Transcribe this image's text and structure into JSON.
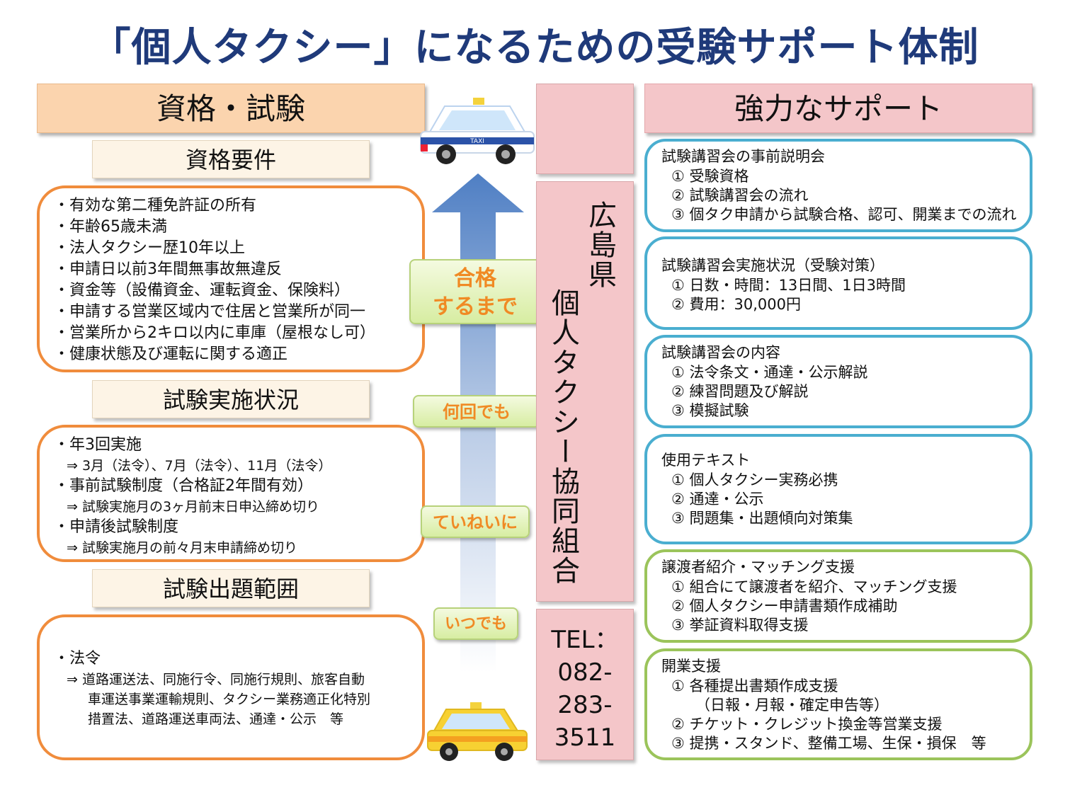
{
  "title": "「個人タクシー」になるための受験サポート体制",
  "left": {
    "header": "資格・試験",
    "qualification": {
      "title": "資格要件",
      "items": [
        "・有効な第二種免許証の所有",
        "・年齢65歳未満",
        "・法人タクシー歴10年以上",
        "・申請日以前3年間無事故無違反",
        "・資金等（設備資金、運転資金、保険料）",
        "・申請する営業区域内で住居と営業所が同一",
        "・営業所から2キロ以内に車庫（屋根なし可）",
        "・健康状態及び運転に関する適正"
      ]
    },
    "exam_status": {
      "title": "試験実施状況",
      "line1": "・年3回実施",
      "line1_sub": "⇒ 3月（法令）、7月（法令）、11月（法令）",
      "line2": "・事前試験制度（合格証2年間有効）",
      "line2_sub": "⇒ 試験実施月の3ヶ月前末日申込締め切り",
      "line3": "・申請後試験制度",
      "line3_sub": "⇒ 試験実施月の前々月末申請締め切り"
    },
    "exam_scope": {
      "title": "試験出題範囲",
      "line1": "・法令",
      "sub1": "⇒ 道路運送法、同施行令、同施行規則、旅客自動",
      "sub2": "車運送事業運輸規則、タクシー業務適正化特別",
      "sub3": "措置法、道路運送車両法、通達・公示　等"
    }
  },
  "middle": {
    "badge1_line1": "合格",
    "badge1_line2": "するまで",
    "badge2": "何回でも",
    "badge3": "ていねいに",
    "badge4": "いつでも",
    "taxi_label": "TAXI",
    "org_line1": "広島県",
    "org_line2": "個人タクシー協同組合",
    "tel_label": "TEL：",
    "tel_1": "082-",
    "tel_2": "283-",
    "tel_3": "3511"
  },
  "right": {
    "header": "強力なサポート",
    "box1": {
      "title": "試験講習会の事前説明会",
      "items": [
        "① 受験資格",
        "② 試験講習会の流れ",
        "③ 個タク申請から試験合格、認可、開業までの流れ"
      ]
    },
    "box2": {
      "title": "試験講習会実施状況（受験対策）",
      "items": [
        "① 日数・時間：13日間、1日3時間",
        "② 費用：30,000円"
      ]
    },
    "box3": {
      "title": "試験講習会の内容",
      "items": [
        "① 法令条文・通達・公示解説",
        "② 練習問題及び解説",
        "③ 模擬試験"
      ]
    },
    "box4": {
      "title": "使用テキスト",
      "items": [
        "① 個人タクシー実務必携",
        "② 通達・公示",
        "③ 問題集・出題傾向対策集"
      ]
    },
    "box5": {
      "title": "譲渡者紹介・マッチング支援",
      "items": [
        "① 組合にて譲渡者を紹介、マッチング支援",
        "② 個人タクシー申請書類作成補助",
        "③ 挙証資料取得支援"
      ]
    },
    "box6": {
      "title": "開業支援",
      "item1": "① 各種提出書類作成支援",
      "item1b": "（日報・月報・確定申告等）",
      "item2": "② チケット・クレジット換金等営業支援",
      "item3": "③ 提携・スタンド、整備工場、生保・損保　等"
    }
  },
  "colors": {
    "title": "#1f3a7a",
    "orange_border": "#f08c3c",
    "blue_border": "#4aaed0",
    "green_border": "#9bc45b",
    "pink": "#f4c6c9",
    "badge_text": "#f08a24"
  }
}
